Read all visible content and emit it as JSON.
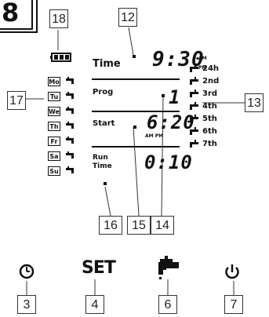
{
  "figure_number": "8",
  "callouts": {
    "c18": "18",
    "c12": "12",
    "c17": "17",
    "c13": "13",
    "c16": "16",
    "c15": "15",
    "c14": "14",
    "c3": "3",
    "c4": "4",
    "c6": "6",
    "c7": "7"
  },
  "display": {
    "time_label": "Time",
    "time_value": "9:30",
    "am": "AM",
    "pm": "PM",
    "prog_label": "Prog",
    "prog_value": "1",
    "start_label": "Start",
    "start_value": "6:20",
    "start_ampm": "AM PM",
    "run_label_1": "Run",
    "run_label_2": "Time",
    "run_value": "0:10"
  },
  "days": [
    "Mo",
    "Tu",
    "We",
    "Th",
    "Fr",
    "Sa",
    "Su"
  ],
  "programs": [
    "24h",
    "2nd",
    "3rd",
    "4th",
    "5th",
    "6th",
    "7th"
  ],
  "buttons": {
    "set_label": "SET",
    "icons": [
      "clock-icon",
      "set-text",
      "faucet-icon",
      "power-icon"
    ]
  }
}
